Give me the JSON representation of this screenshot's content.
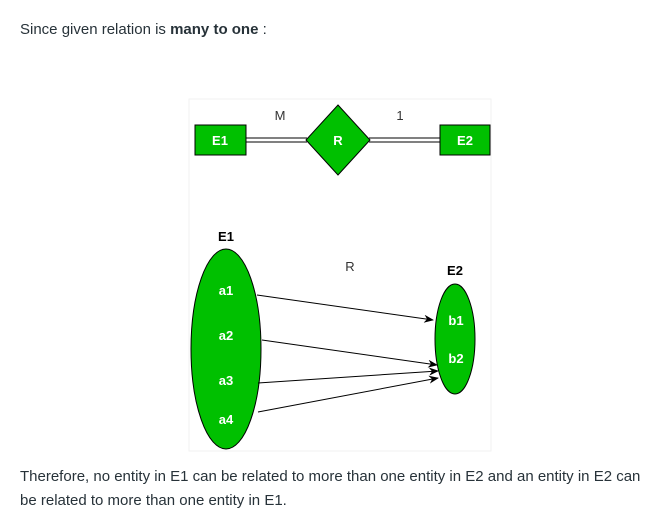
{
  "intro": {
    "text": "Since given relation is ",
    "bold": "many to one",
    "end": " :"
  },
  "diagram": {
    "er": {
      "entity1": "E1",
      "relation": "R",
      "entity2": "E2",
      "card_left": "M",
      "card_right": "1"
    },
    "mapping": {
      "set1_label": "E1",
      "set2_label": "E2",
      "relation_label": "R",
      "set1": [
        "a1",
        "a2",
        "a3",
        "a4"
      ],
      "set2": [
        "b1",
        "b2"
      ],
      "arrows": [
        [
          "a1",
          "b1"
        ],
        [
          "a2",
          "b2"
        ],
        [
          "a3",
          "b2"
        ],
        [
          "a4",
          "b2"
        ]
      ]
    },
    "fill_color": "#00c000"
  },
  "conclusion": "Therefore, no entity in E1 can be related to more than one entity in E2 and an entity in E2 can be related to more than one entity in E1."
}
